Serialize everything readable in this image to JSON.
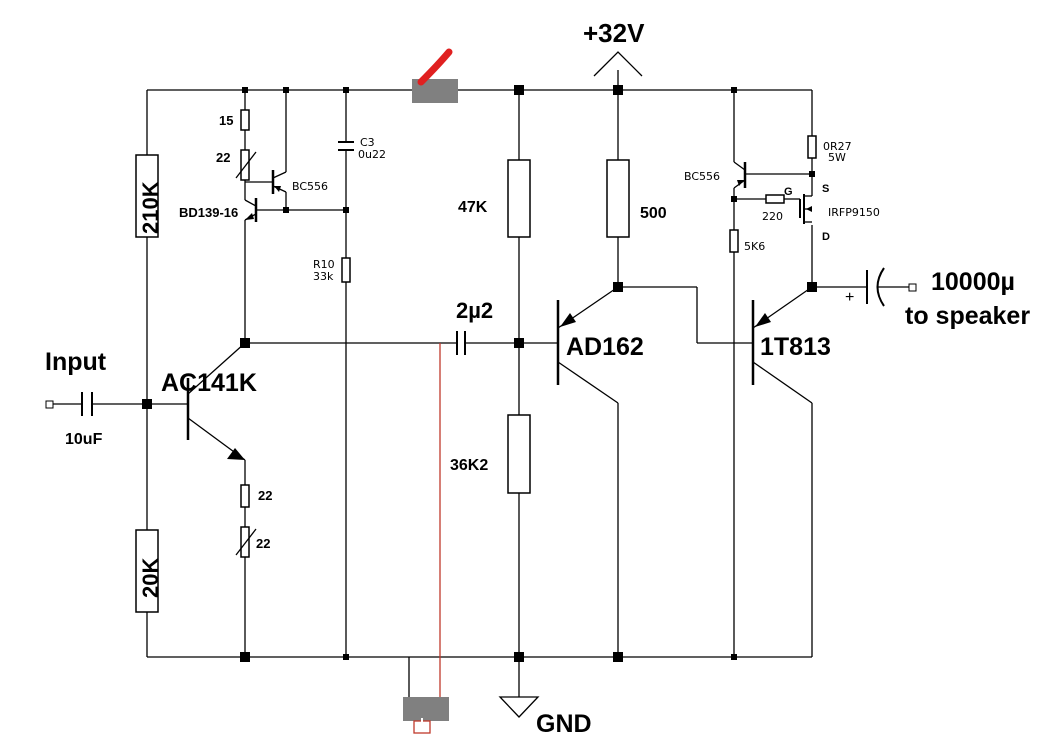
{
  "labels": {
    "supply": "+32V",
    "ground": "GND",
    "input": "Input",
    "input_cap": "10uF",
    "output_cap": "10000µ",
    "output_note": "to speaker",
    "bias_top": "210K",
    "bias_bottom": "20K",
    "q1": "AC141K",
    "q2": "AD162",
    "q3": "1T813",
    "bd139": "BD139-16",
    "bc556_left": "BC556",
    "bc556_right": "BC556",
    "mosfet": "IRFP9150",
    "r15": "15",
    "pot22_top": "22",
    "r22_em": "22",
    "pot22_em": "22",
    "c3_name": "C3",
    "c3_value": "0u22",
    "r10_name": "R10",
    "r10_value": "33k",
    "r47k": "47K",
    "r36k2": "36K2",
    "r500": "500",
    "coupling_cap": "2µ2",
    "r0r27_a": "0R27",
    "r0r27_b": "5W",
    "r220": "220",
    "r5k6": "5K6",
    "pin_g": "G",
    "pin_s": "S",
    "pin_d": "D",
    "plus": "+"
  },
  "colors": {
    "wire": "#000000",
    "probe_lead": "#c0392b",
    "probe_marker": "#e02020",
    "probe_body": "#808080"
  }
}
